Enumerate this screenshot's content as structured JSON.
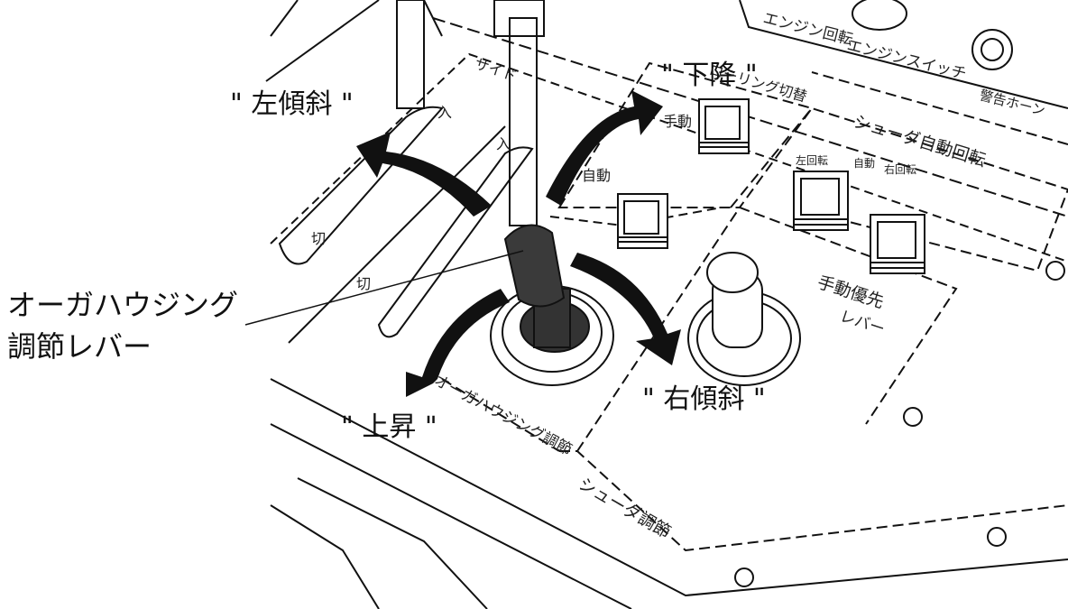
{
  "diagram": {
    "callout": {
      "line1": "オーガハウジング",
      "line2": "調節レバー"
    },
    "directions": {
      "left_tilt": "\" 左傾斜 \"",
      "lower": "\" 下降 \"",
      "right_tilt": "\" 右傾斜 \"",
      "raise": "\" 上昇 \""
    },
    "panel_labels": {
      "engine_rpm": "エンジン回転",
      "engine_switch": "エンジンスイッチ",
      "warning_horn": "警告ホーン",
      "swing_switch": "ローリング切替",
      "shoe_auto": "シューダ自動回転",
      "auto_left": "左回転",
      "auto": "自動",
      "auto_right": "右回転",
      "manual": "手動",
      "auto2": "自動",
      "manual_priority": "手動優先",
      "lever": "レバー",
      "housing_adjust": "オーガハウジング調節",
      "shoe_adjust": "シューダ調節",
      "side": "サイド",
      "off": "切",
      "in": "入"
    }
  }
}
